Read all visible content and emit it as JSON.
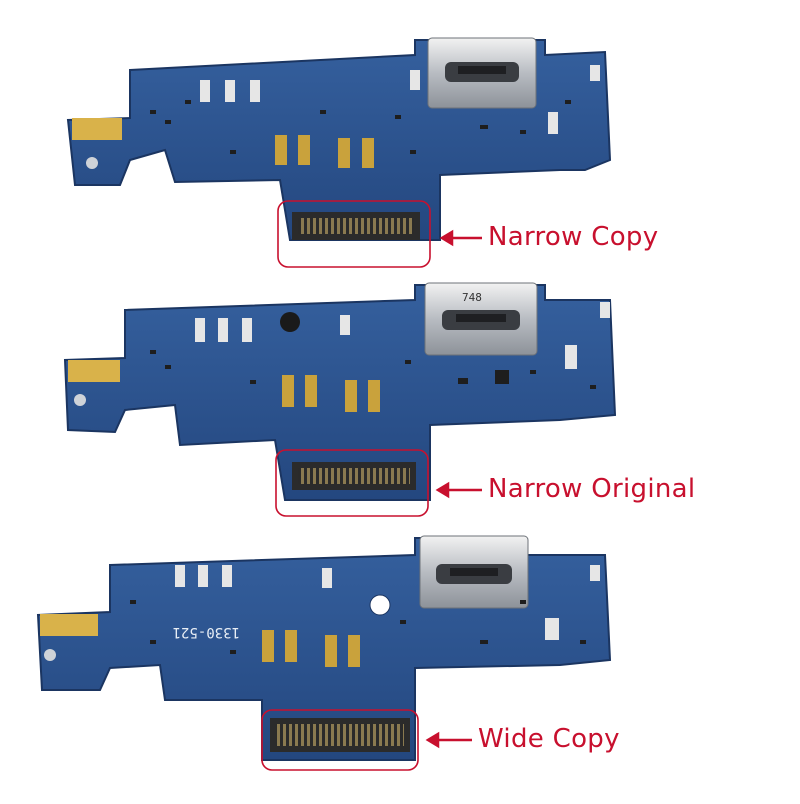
{
  "image": {
    "background_color": "#ffffff",
    "board_color": "#2b4e8a",
    "highlight_color": "#c8102e"
  },
  "boards": [
    {
      "label": "Narrow Copy",
      "connector": "narrow"
    },
    {
      "label": "Narrow Original",
      "connector": "narrow",
      "marking": "748"
    },
    {
      "label": "Wide Copy",
      "connector": "wide",
      "marking": "1330-521"
    }
  ]
}
